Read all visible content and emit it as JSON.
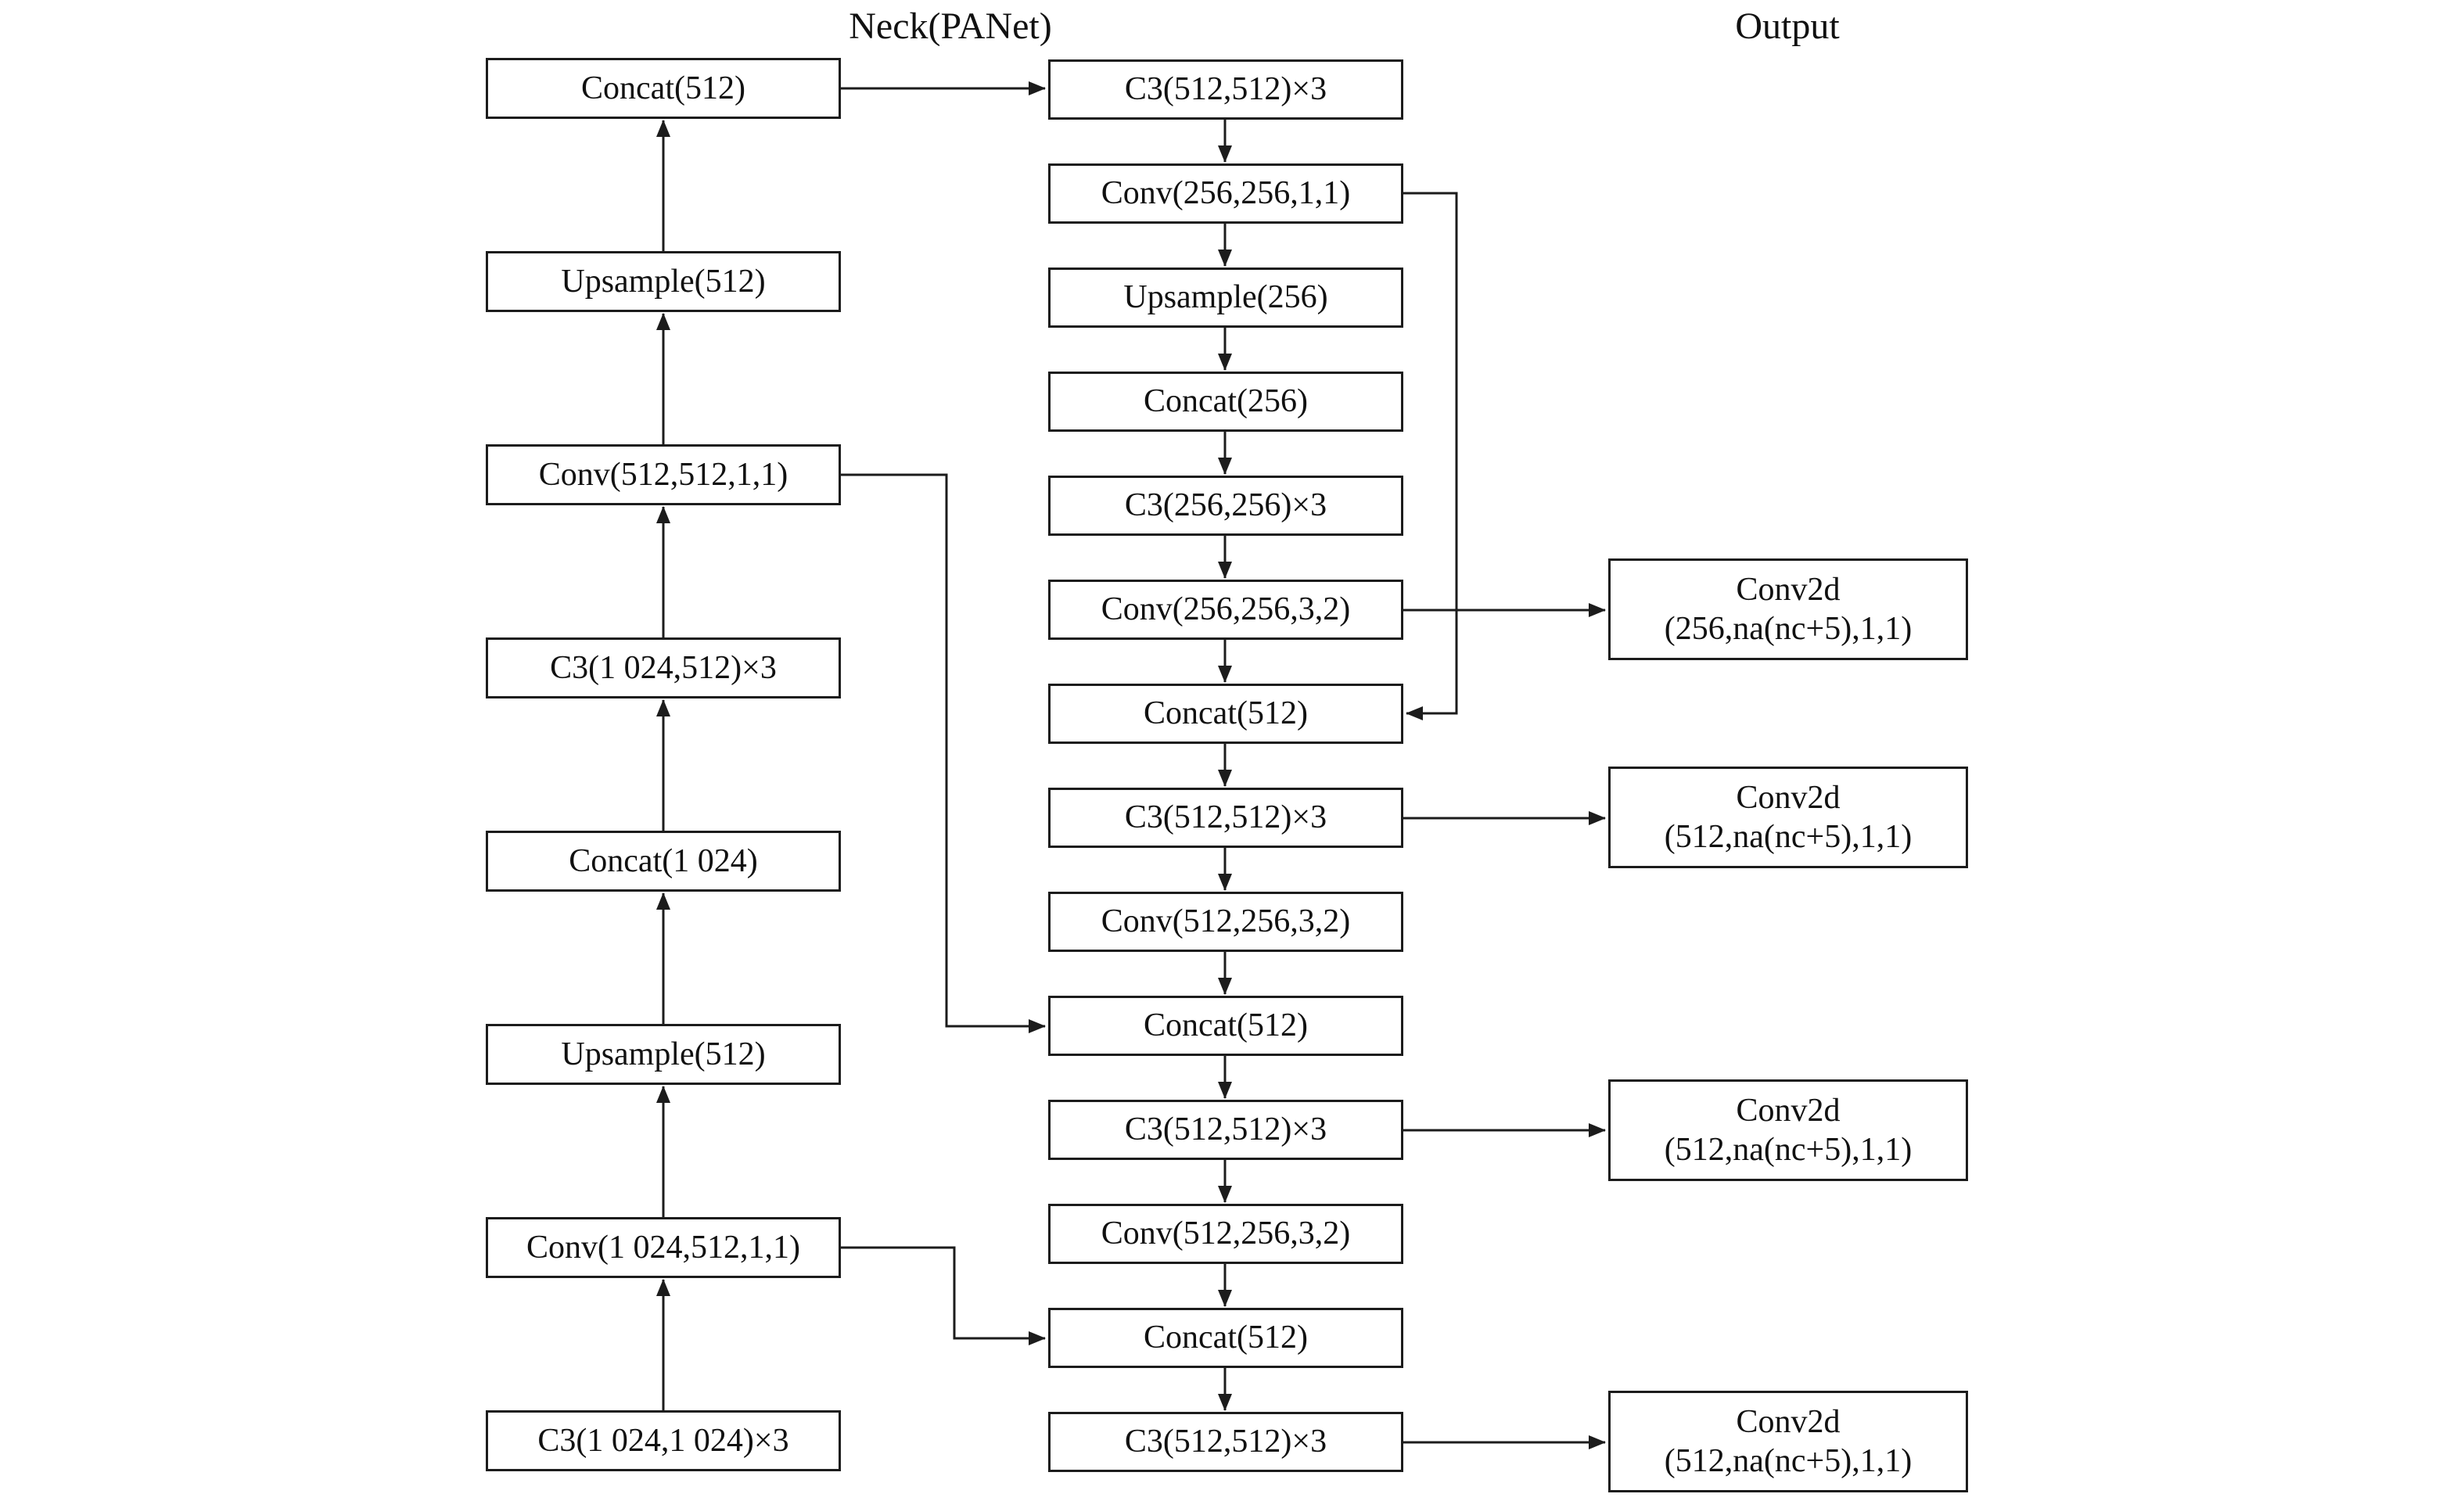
{
  "headers": {
    "neck": "Neck(PANet)",
    "output": "Output"
  },
  "colors": {
    "stroke": "#1c1c1c",
    "background": "#ffffff",
    "text": "#111111"
  },
  "diagram": {
    "left_column": [
      "Concat(512)",
      "Upsample(512)",
      "Conv(512,512,1,1)",
      "C3(1 024,512)×3",
      "Concat(1 024)",
      "Upsample(512)",
      "Conv(1 024,512,1,1)",
      "C3(1 024,1 024)×3"
    ],
    "middle_column": [
      "C3(512,512)×3",
      "Conv(256,256,1,1)",
      "Upsample(256)",
      "Concat(256)",
      "C3(256,256)×3",
      "Conv(256,256,3,2)",
      "Concat(512)",
      "C3(512,512)×3",
      "Conv(512,256,3,2)",
      "Concat(512)",
      "C3(512,512)×3",
      "Conv(512,256,3,2)",
      "Concat(512)",
      "C3(512,512)×3"
    ],
    "output_column": [
      "Conv2d\n(256,na(nc+5),1,1)",
      "Conv2d\n(512,na(nc+5),1,1)",
      "Conv2d\n(512,na(nc+5),1,1)",
      "Conv2d\n(512,na(nc+5),1,1)"
    ]
  }
}
